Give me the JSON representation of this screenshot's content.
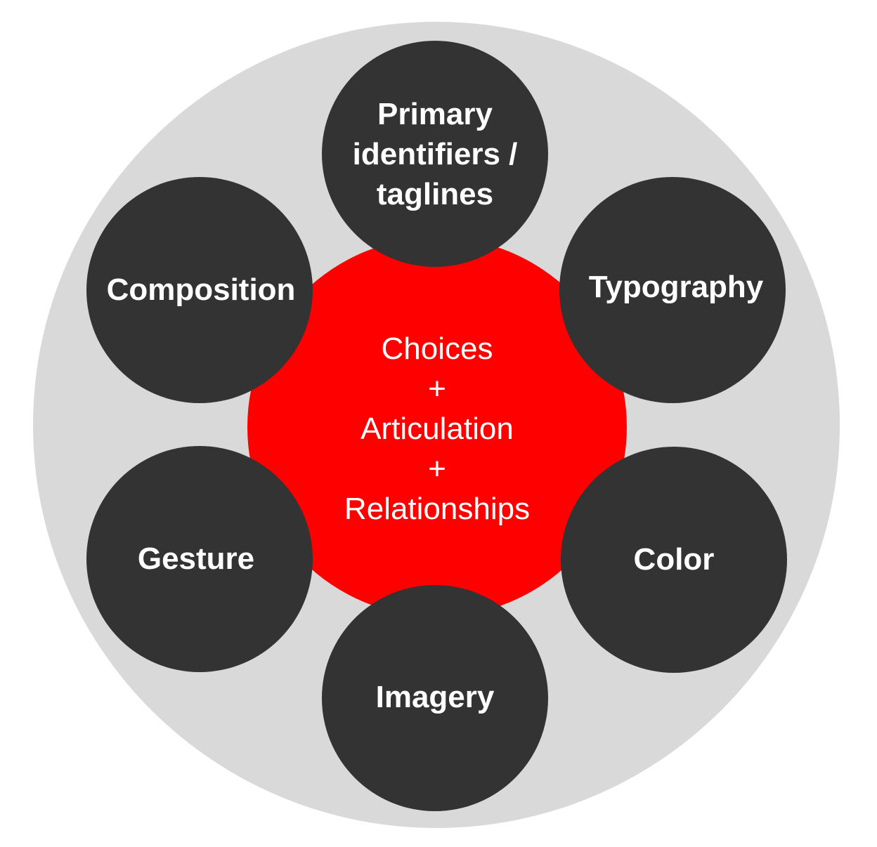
{
  "colors": {
    "ring": "#d9d9d9",
    "center": "#fe0000",
    "node": "#333333",
    "text": "#ffffff"
  },
  "center": {
    "lines": [
      "Choices",
      "+",
      "Articulation",
      "+",
      "Relationships"
    ]
  },
  "nodes": [
    {
      "id": "primary-identifiers",
      "lines": [
        "Primary",
        "identifiers /",
        "taglines"
      ]
    },
    {
      "id": "typography",
      "lines": [
        "Typography"
      ]
    },
    {
      "id": "color",
      "lines": [
        "Color"
      ]
    },
    {
      "id": "imagery",
      "lines": [
        "Imagery"
      ]
    },
    {
      "id": "gesture",
      "lines": [
        "Gesture"
      ]
    },
    {
      "id": "composition",
      "lines": [
        "Composition"
      ]
    }
  ]
}
